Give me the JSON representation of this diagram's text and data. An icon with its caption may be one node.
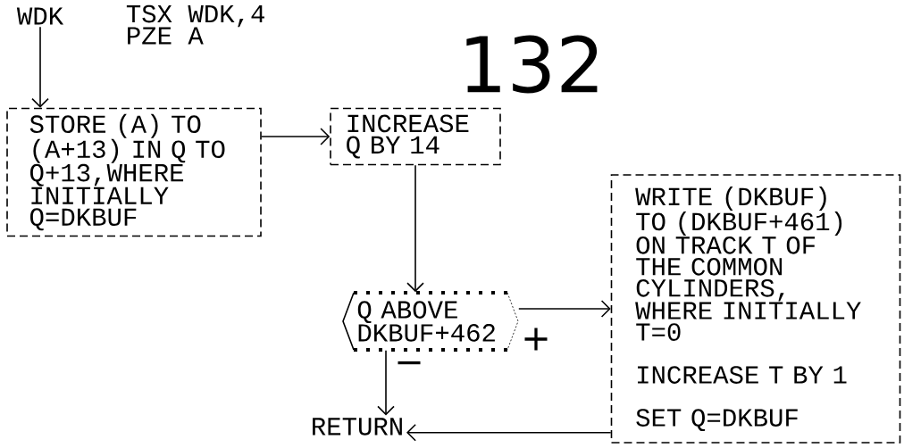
{
  "diagram": {
    "nodes": [
      {
        "text": [
          "WDK"
        ]
      },
      {
        "text": [
          "STORE (A) TO (A+13) IN Q TO Q+13,WHERE INITIALLY Q=DKBUF"
        ]
      },
      {
        "text": [
          "INCREASE Q BY 14"
        ]
      },
      {
        "text": [
          "Q ABOVE DKBUF+462"
        ]
      },
      {
        "text": [
          "WRITE (DKBUF) TO (DKBUF+461) ON TRACK T OF THE COMMON CYLINDERS, WHERE INITIALLY T=0",
          "INCREASE T BY 1",
          "SET Q=DKBUF"
        ]
      },
      {
        "text": [
          "RETURN"
        ]
      }
    ],
    "edges": [
      {
        "from": 0,
        "to": 1,
        "arrow": "to"
      },
      {
        "from": 1,
        "to": 2,
        "arrow": "to"
      },
      {
        "from": 2,
        "to": 3,
        "arrow": "to"
      },
      {
        "from": 3,
        "to": 4,
        "arrow": "to",
        "label": "+"
      },
      {
        "from": 3,
        "to": 5,
        "arrow": "to",
        "label": "−"
      },
      {
        "from": 4,
        "to": 5,
        "arrow": "to"
      }
    ],
    "labels": [
      "TSX WDK,4",
      "PZE A",
      "132"
    ]
  }
}
